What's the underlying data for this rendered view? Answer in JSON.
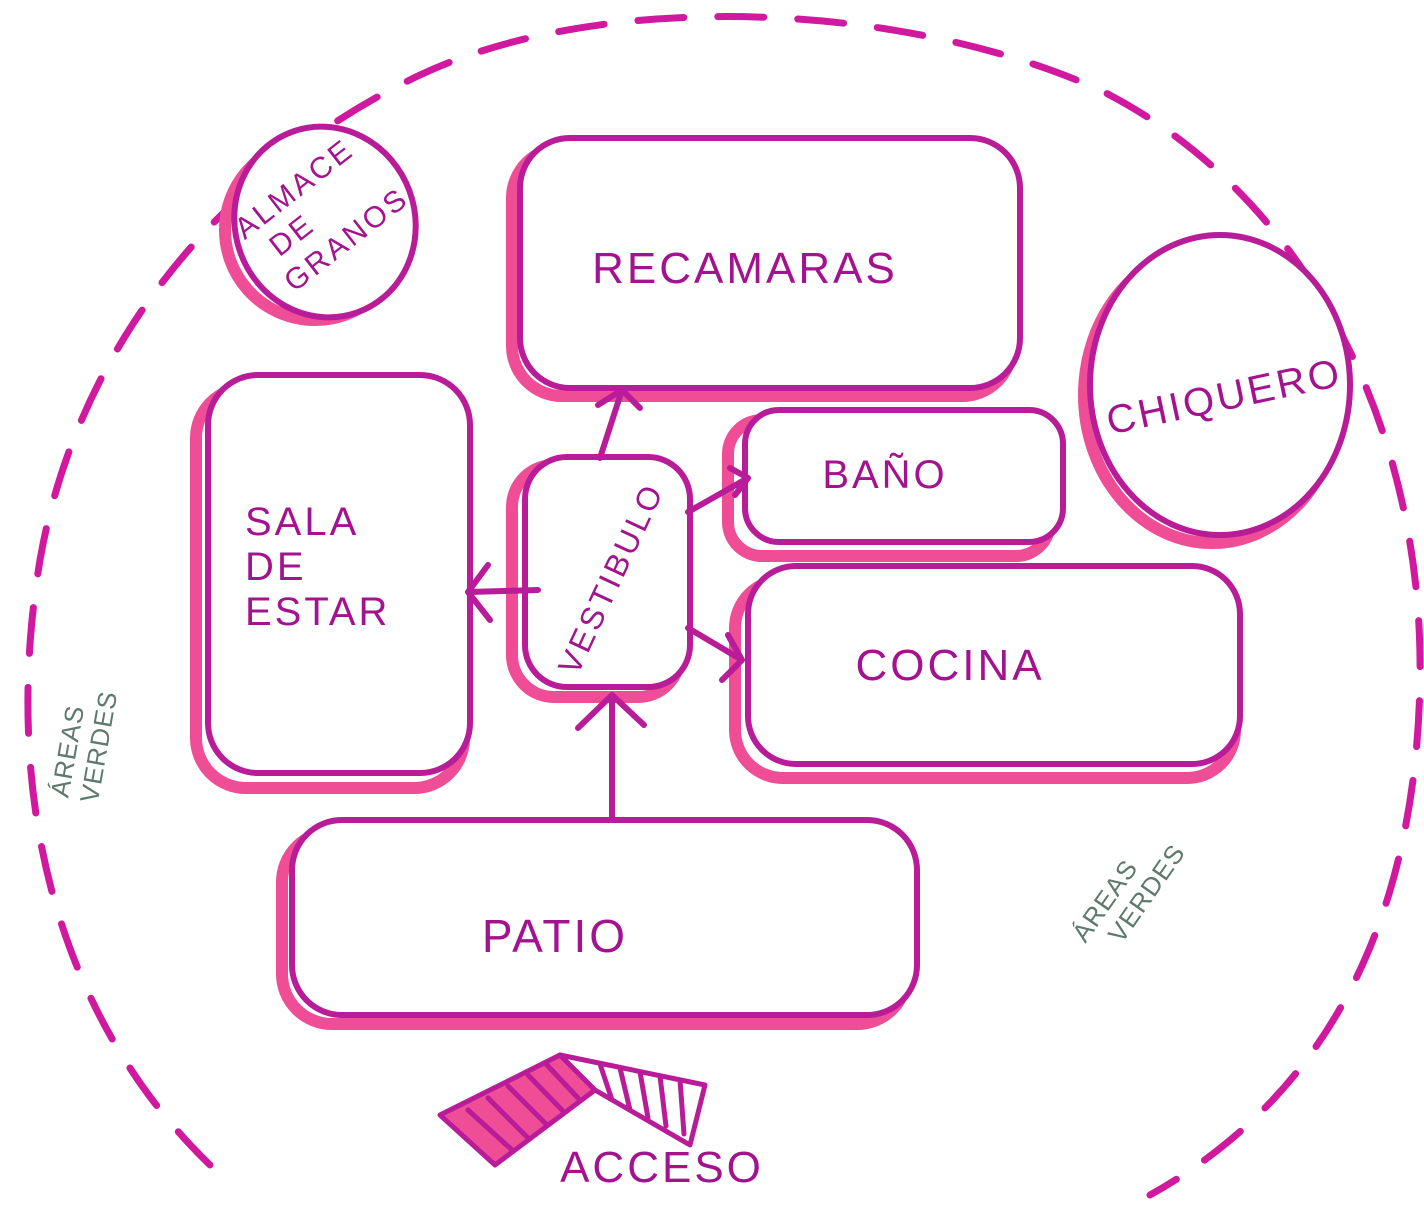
{
  "diagram": {
    "rooms": {
      "recamaras": "RECAMARAS",
      "almacen": [
        "ALMACE",
        "DE",
        "GRANOS"
      ],
      "chiquero": "CHIQUERO",
      "sala": [
        "SALA",
        "DE",
        "ESTAR"
      ],
      "vestibulo": "VESTIBULO",
      "bano": "BAÑO",
      "cocina": "COCINA",
      "patio": "PATIO",
      "acceso": "ACCESO"
    },
    "notes": {
      "areas_left": [
        "ÁREAS",
        "VERDES"
      ],
      "areas_right": [
        "ÁREAS",
        "VERDES"
      ]
    },
    "colors": {
      "outline": "#b81c98",
      "shadow": "#ef4d96",
      "text": "#a3138f",
      "note": "#5d7a6c"
    }
  }
}
